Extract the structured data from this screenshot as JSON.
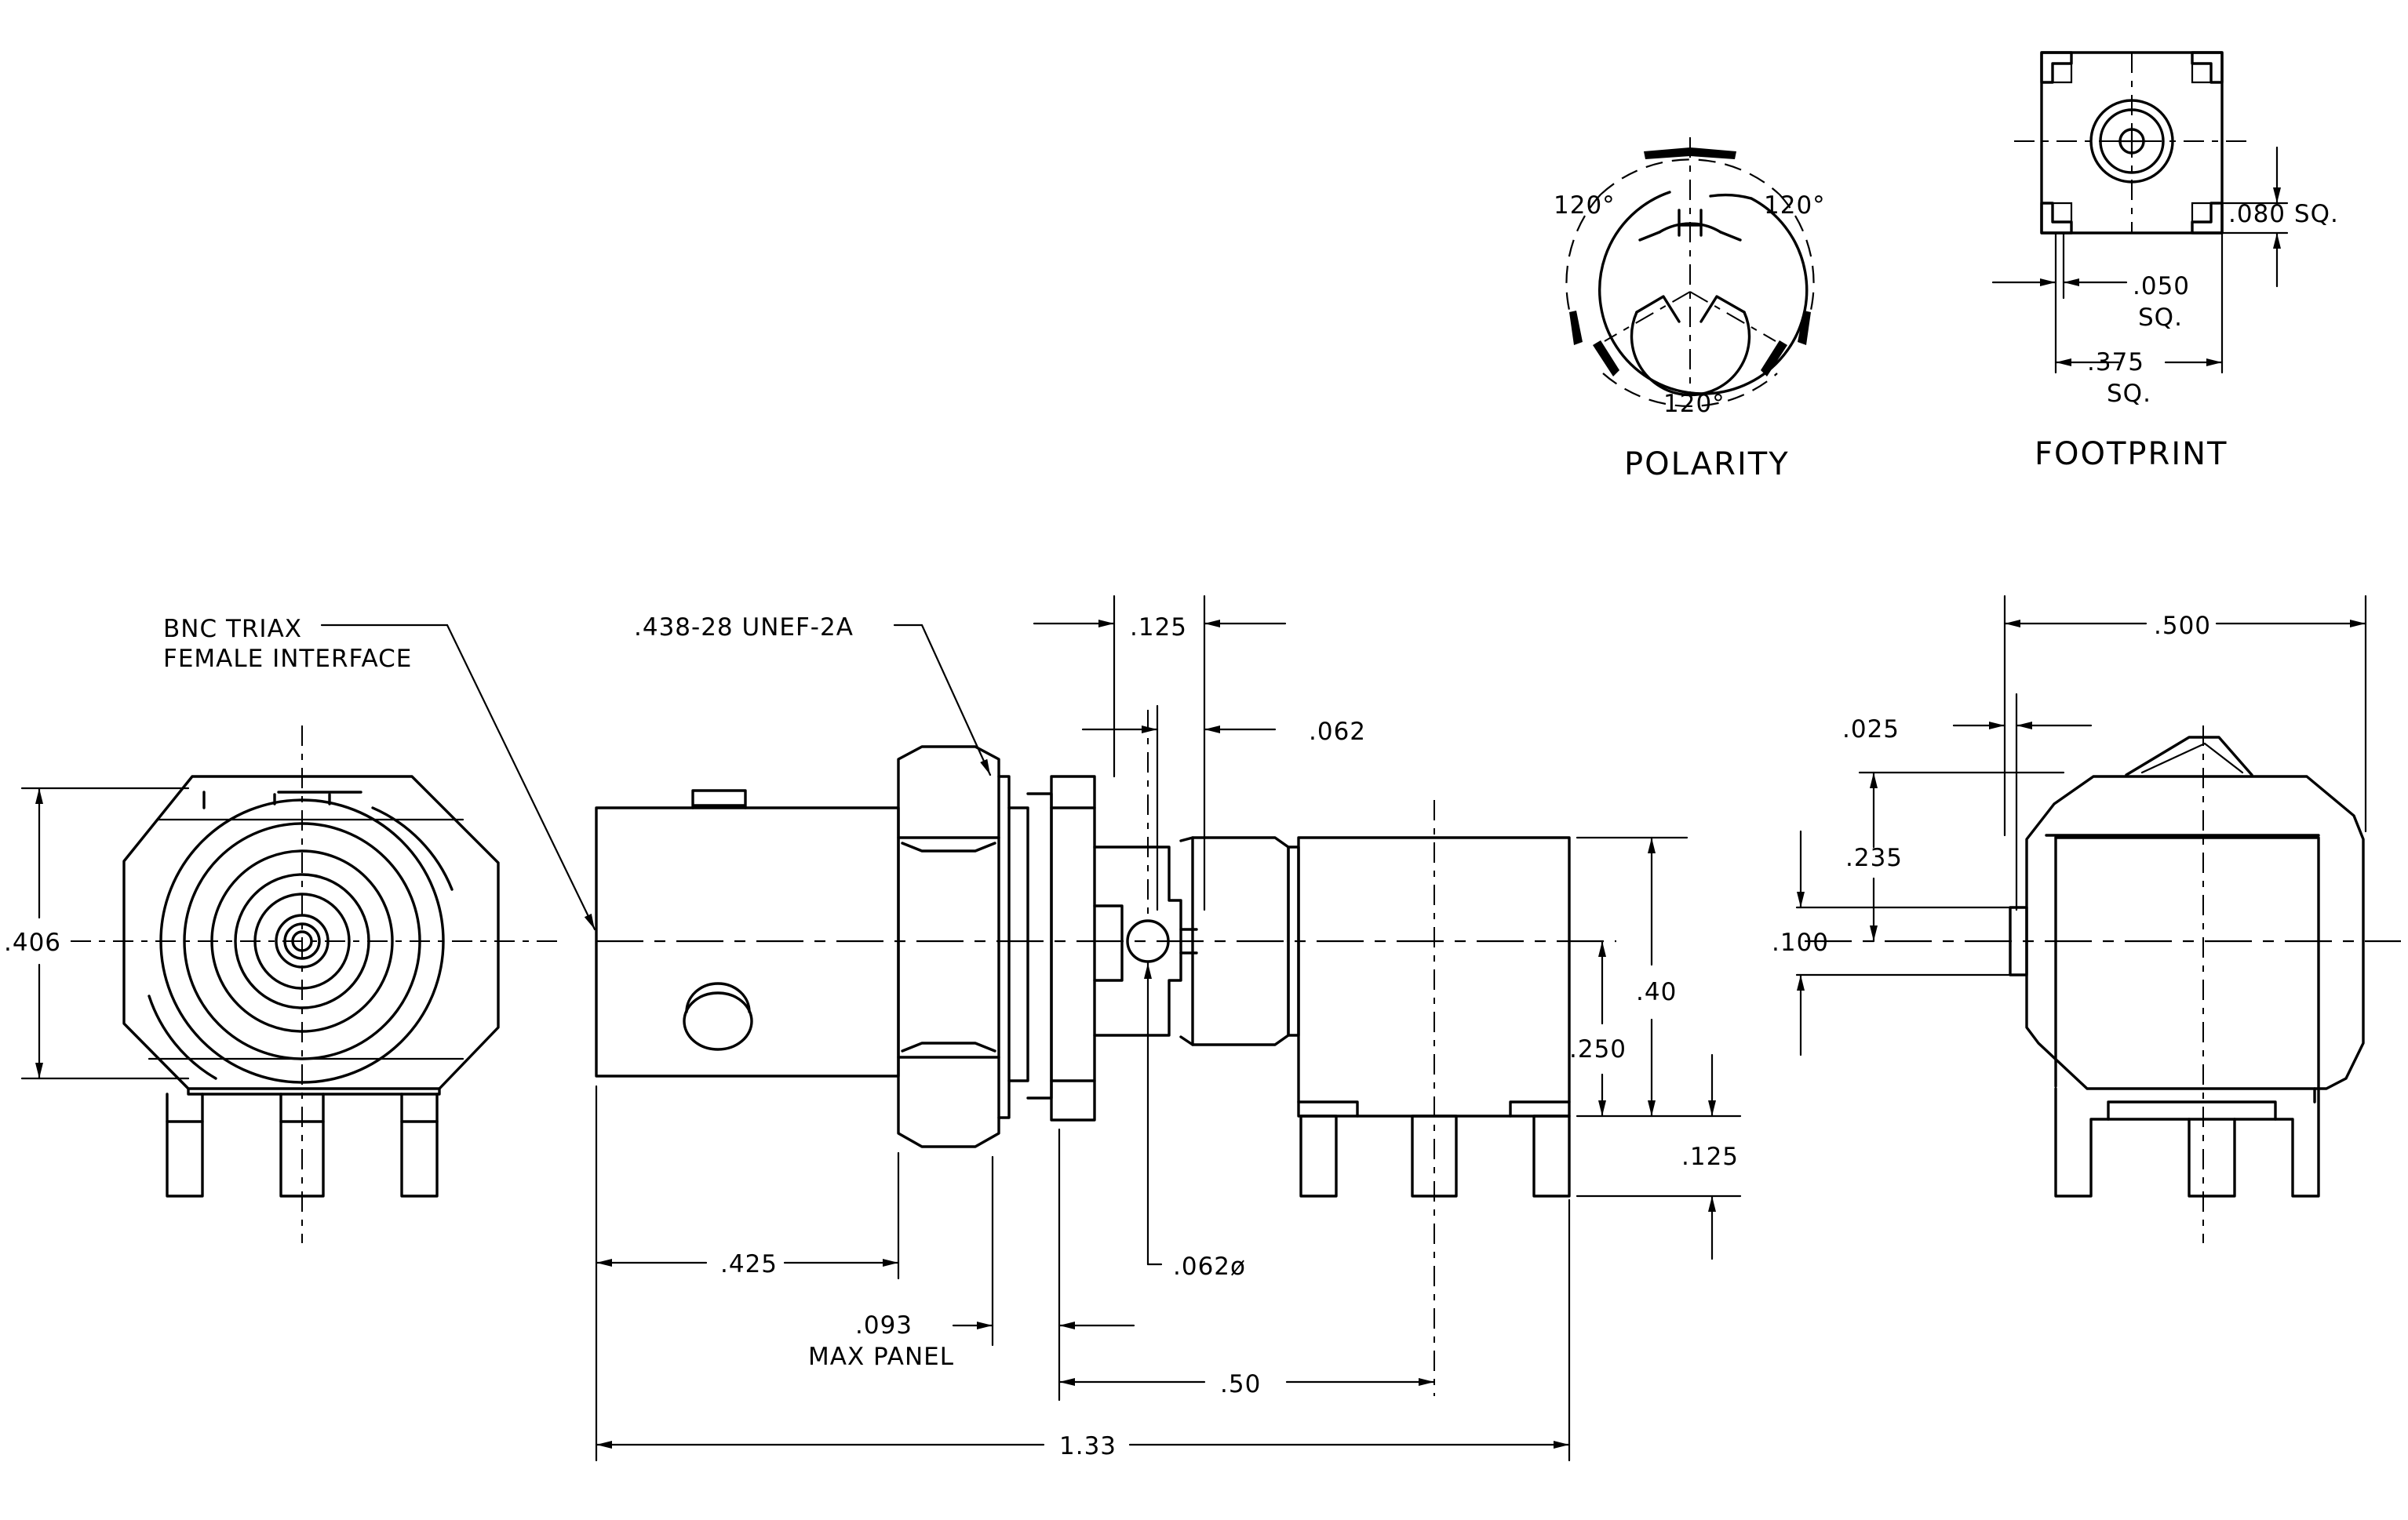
{
  "views": {
    "polarity": {
      "title": "POLARITY",
      "angle_labels": [
        "120°",
        "120°",
        "120°"
      ]
    },
    "footprint": {
      "title": "FOOTPRINT",
      "pad_size": ".080",
      "pad_size_suffix": "SQ.",
      "hole_size": ".050",
      "hole_size_suffix": "SQ.",
      "pitch": ".375",
      "pitch_suffix": "SQ."
    }
  },
  "callouts": {
    "interface_line1": "BNC TRIAX",
    "interface_line2": "FEMALE INTERFACE",
    "thread": ".438-28 UNEF-2A",
    "panel_value": ".093",
    "panel_label": "MAX PANEL",
    "pin_diameter": ".062ø"
  },
  "dimensions": {
    "front_height": ".406",
    "flange_width": ".125",
    "flange_gap": ".062",
    "body_height": ".40",
    "centerline_height": ".250",
    "pin_length": ".125",
    "nose_length": ".425",
    "pcb_offset": ".50",
    "overall_length": "1.33",
    "rear_width": ".500",
    "rear_step": ".025",
    "rear_top": ".235",
    "rear_center": ".100"
  }
}
